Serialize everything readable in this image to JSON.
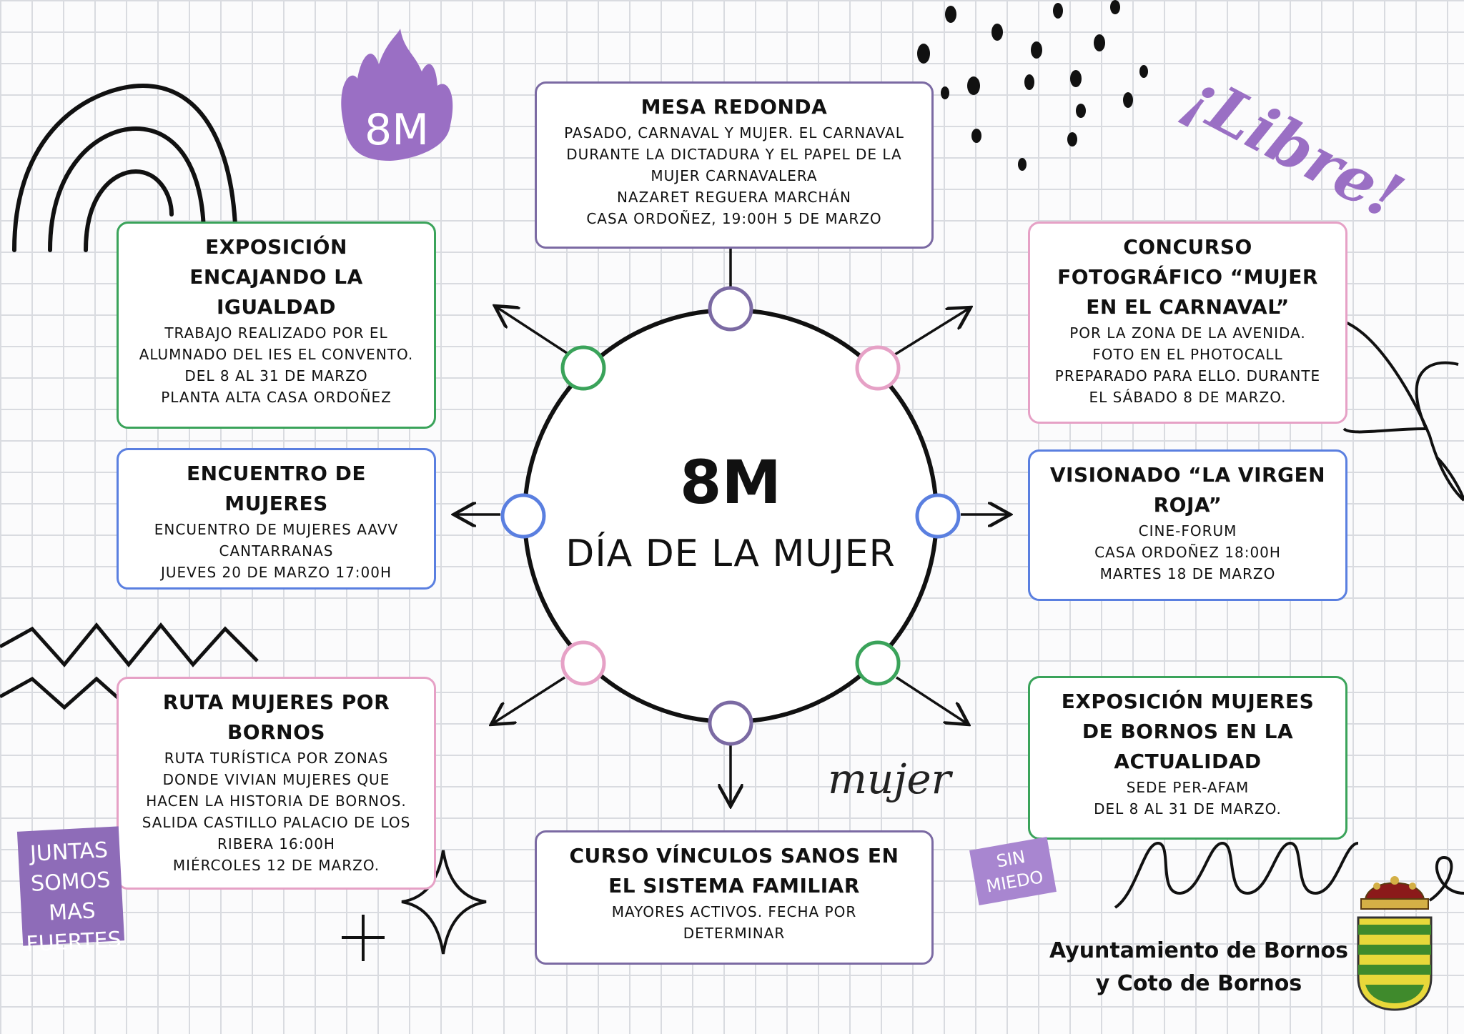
{
  "center": {
    "title": "8M",
    "subtitle": "DÍA DE LA MUJER"
  },
  "cards": {
    "mesa": {
      "title": "MESA REDONDA",
      "body": "PASADO, CARNAVAL Y MUJER. EL CARNAVAL\nDURANTE LA DICTADURA Y EL PAPEL DE LA\nMUJER CARNAVALERA\nNAZARET REGUERA MARCHÁN\nCASA ORDOÑEZ, 19:00H 5 DE MARZO"
    },
    "exposicion": {
      "title": "EXPOSICIÓN\nENCAJANDO LA\nIGUALDAD",
      "body": "TRABAJO REALIZADO POR EL\nALUMNADO DEL IES EL CONVENTO.\nDEL 8 AL 31 DE MARZO\nPLANTA ALTA CASA ORDOÑEZ"
    },
    "encuentro": {
      "title": "ENCUENTRO DE\nMUJERES",
      "body": "ENCUENTRO DE MUJERES AAVV\nCANTARRANAS\nJUEVES 20 DE MARZO 17:00h"
    },
    "ruta": {
      "title": "RUTA MUJERES POR\nBORNOS",
      "body": "RUTA TURÍSTICA POR ZONAS\nDONDE VIVIAN MUJERES QUE\nHACEN LA HISTORIA DE BORNOS.\nSALIDA CASTILLO PALACIO DE LOS\nRIBERA 16:00H\nMIÉRCOLES 12 DE MARZO."
    },
    "concurso": {
      "title": "CONCURSO\nFOTOGRÁFICO “MUJER\nEN EL CARNAVAL”",
      "body": "POR LA ZONA DE LA AVENIDA.\nFOTO EN EL PHOTOCALL\nPREPARADO PARA ELLO. DURANTE\nEL SÁBADO 8 DE MARZO."
    },
    "visionado": {
      "title": "VISIONADO “LA VIRGEN\nROJA”",
      "body": "CINE-FORUM\nCASA ORDOÑEZ 18:00H\nMARTES 18 DE MARZO"
    },
    "expo_mujeres": {
      "title": "EXPOSICIÓN MUJERES\nDE BORNOS EN LA\nACTUALIDAD",
      "body": "SEDE PER-AFAM\nDEL 8 AL 31 DE MARZO."
    },
    "curso": {
      "title": "CURSO VÍNCULOS SANOS EN\nEL SISTEMA FAMILIAR",
      "body": "MAYORES ACTIVOS. FECHA POR\nDETERMINAR"
    }
  },
  "decor": {
    "libre": "¡Libre!",
    "badge_8m": "8M",
    "mujer": "mujer",
    "juntas_sign": "JUNTAS\nSOMOS MAS\nFUERTES",
    "sin_miedo_sign": "SIN\nMIEDO"
  },
  "footer": {
    "ayuntamiento": "Ayuntamiento de Bornos\ny Coto de Bornos"
  },
  "colors": {
    "green": "#3aa35a",
    "blue": "#5a7fe0",
    "pink": "#e6a1c6",
    "purple": "#7b6aa3",
    "accent_lilac": "#9a6fc4"
  }
}
